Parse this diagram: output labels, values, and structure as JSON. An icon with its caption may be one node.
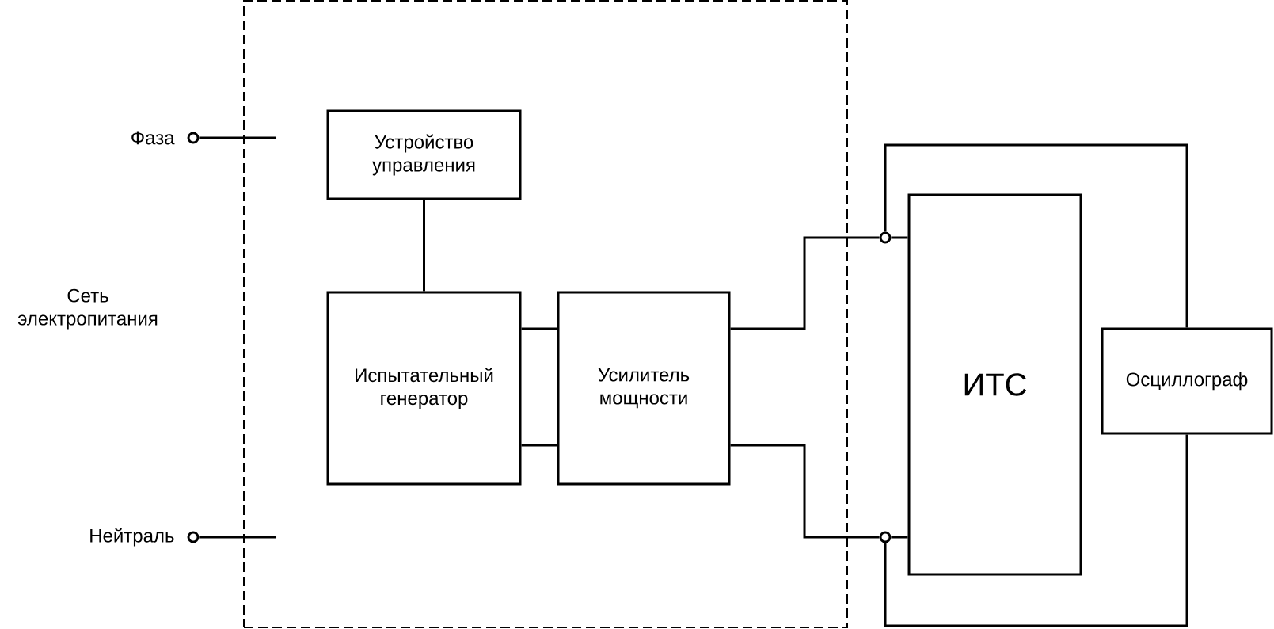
{
  "diagram": {
    "nodes": [
      {
        "text": [],
        "shape": "circle",
        "beside": [
          "Фаза"
        ]
      },
      {
        "text": [],
        "shape": "circle",
        "beside": [
          "Нейтраль"
        ]
      },
      {
        "text": [],
        "shape": "box"
      },
      {
        "text": [
          "Устройство управления"
        ],
        "in": 2
      },
      {
        "text": [
          "Испытательный генератор"
        ],
        "in": 2
      },
      {
        "text": [
          "Усилитель мощности"
        ],
        "in": 2
      },
      {
        "text": [],
        "shape": "circle"
      },
      {
        "text": [],
        "shape": "circle"
      },
      {
        "text": [
          "ИТС"
        ]
      },
      {
        "text": [
          "Осциллограф"
        ]
      }
    ],
    "edges": [
      {
        "from": 0,
        "to": null,
        "arrow": "none"
      },
      {
        "from": 1,
        "to": null,
        "arrow": "none"
      },
      {
        "from": 3,
        "to": 4,
        "arrow": "none"
      },
      {
        "from": 4,
        "to": 5,
        "arrow": "none"
      },
      {
        "from": 4,
        "to": 5,
        "arrow": "none"
      },
      {
        "from": 5,
        "to": 6,
        "arrow": "none"
      },
      {
        "from": 5,
        "to": 7,
        "arrow": "none"
      },
      {
        "from": 6,
        "to": 8,
        "arrow": "none"
      },
      {
        "from": 7,
        "to": 8,
        "arrow": "none"
      },
      {
        "from": 6,
        "to": 9,
        "arrow": "none"
      },
      {
        "from": 7,
        "to": 9,
        "arrow": "none"
      }
    ],
    "labels": [
      "Сеть электропитания"
    ]
  }
}
